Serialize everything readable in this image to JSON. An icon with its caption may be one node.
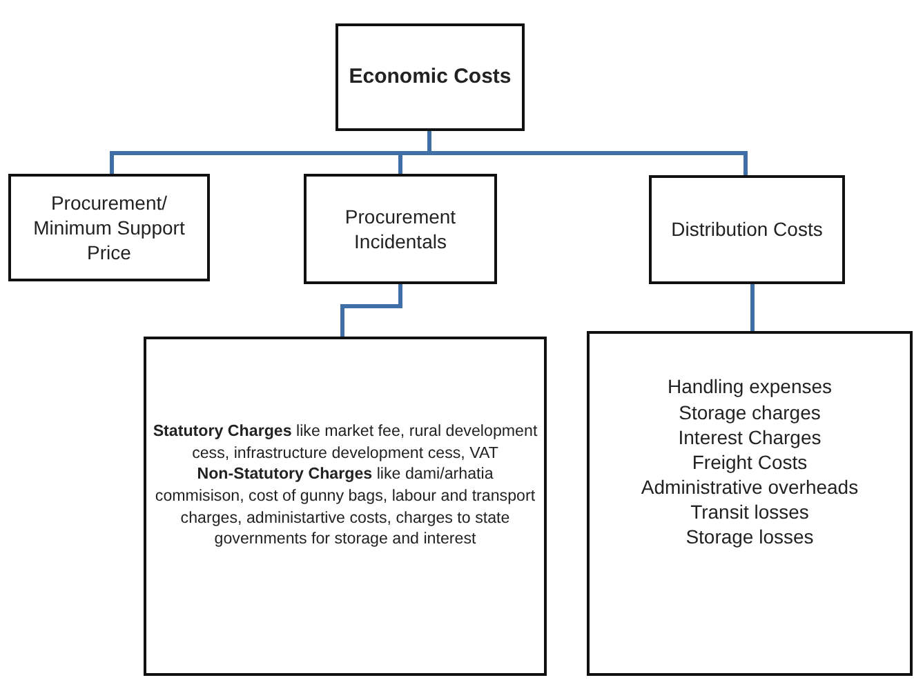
{
  "diagram": {
    "nodes": [
      {
        "text": [
          "Economic Costs"
        ]
      },
      {
        "text": [
          "Procurement/ Minimum Support Price"
        ]
      },
      {
        "text": [
          "Procurement Incidentals"
        ]
      },
      {
        "text": [
          "Distribution Costs"
        ]
      },
      {
        "text": [
          "**Statutory Charges** like market fee, rural development cess, infrastructure development cess, VAT",
          "**Non-Statutory Charges** like dami/arhatia commisison, cost of gunny bags, labour and transport charges, administartive costs, charges to state governments for storage and interest"
        ]
      },
      {
        "text": [
          "Handling expenses",
          "Storage charges",
          "Interest Charges",
          "Freight Costs",
          "Administrative overheads",
          "Transit losses",
          "Storage losses"
        ]
      }
    ],
    "edges": [
      {
        "from": 0,
        "to": 1,
        "arrow": "none"
      },
      {
        "from": 0,
        "to": 2,
        "arrow": "none"
      },
      {
        "from": 0,
        "to": 3,
        "arrow": "none"
      },
      {
        "from": 2,
        "to": 4,
        "arrow": "none"
      },
      {
        "from": 3,
        "to": 5,
        "arrow": "none"
      }
    ]
  }
}
